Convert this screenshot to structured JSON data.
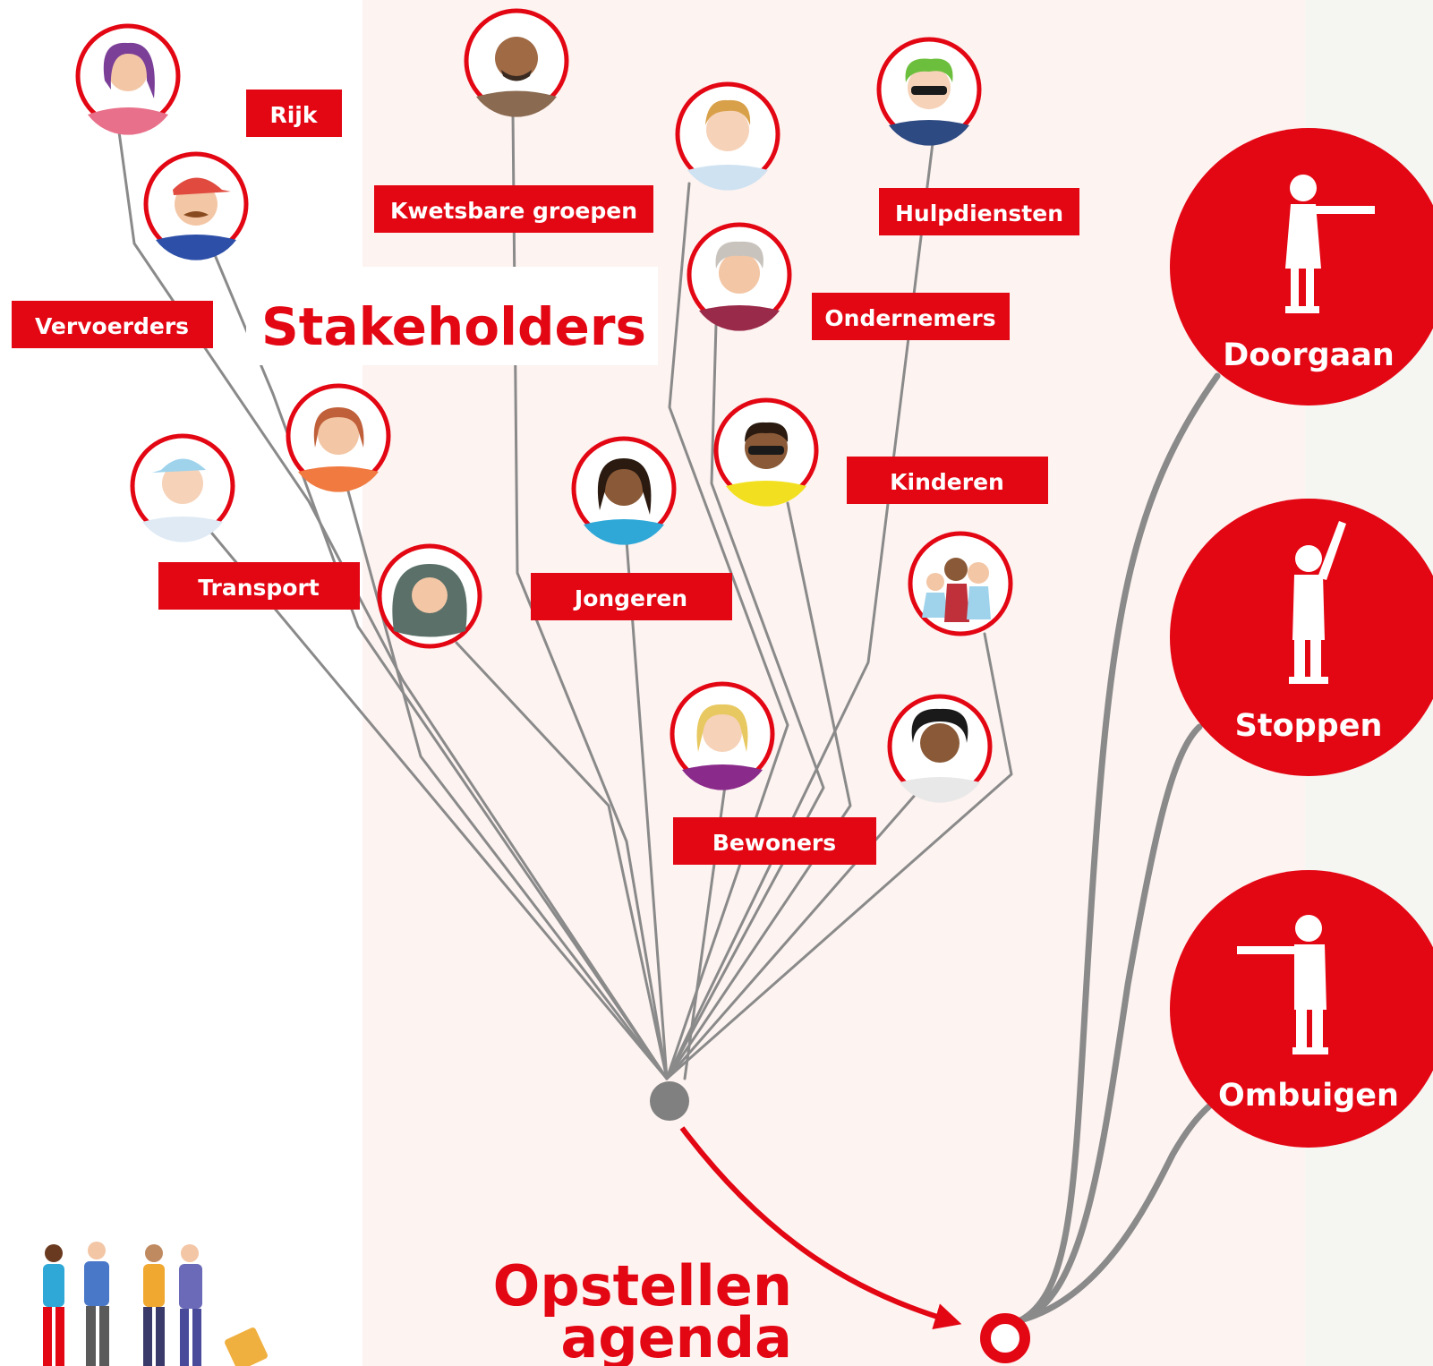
{
  "title": "Stakeholders",
  "labels": {
    "rijk": "Rijk",
    "vervoerders": "Vervoerders",
    "transport": "Transport",
    "kwetsbare": "Kwetsbare groepen",
    "jongeren": "Jongeren",
    "hulpdiensten": "Hulpdiensten",
    "ondernemers": "Ondernemers",
    "kinderen": "Kinderen",
    "bewoners": "Bewoners"
  },
  "outcomes": [
    "Doorgaan",
    "Stoppen",
    "Ombuigen"
  ],
  "agenda": [
    "Opstellen",
    "agenda"
  ],
  "colors": {
    "brand_red": "#e30613",
    "line_gray": "#8a8a8a",
    "background_pink": "#fdf3f1"
  }
}
